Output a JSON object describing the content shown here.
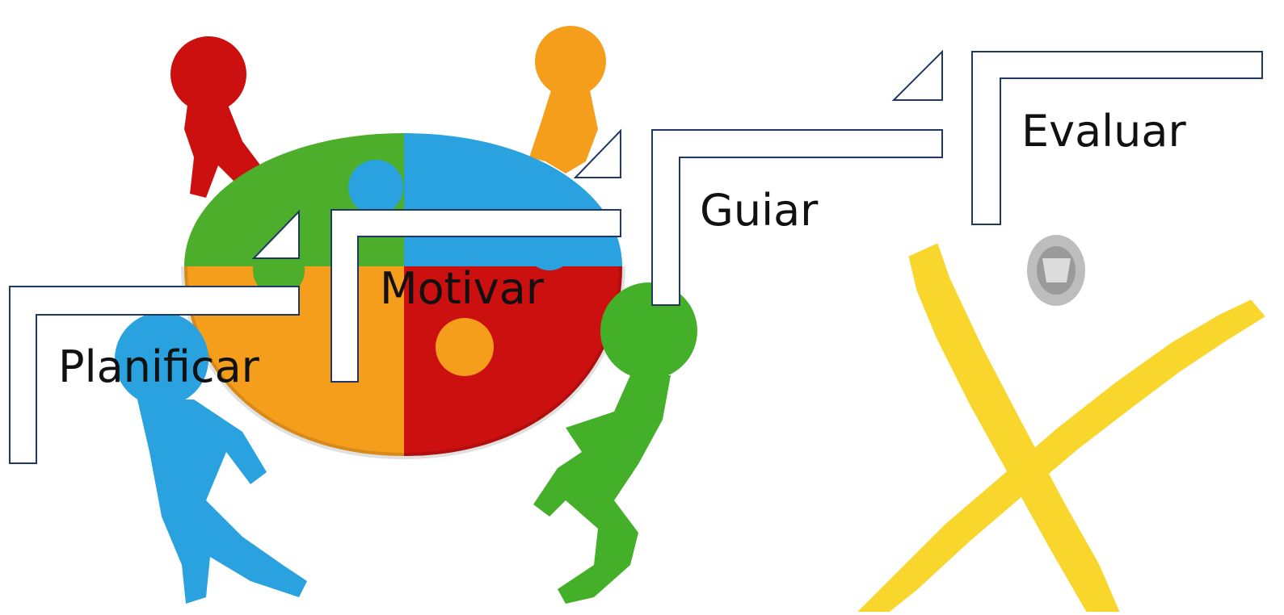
{
  "steps": [
    {
      "label": "Planificar"
    },
    {
      "label": "Motivar"
    },
    {
      "label": "Guiar"
    },
    {
      "label": "Evaluar"
    }
  ],
  "colors": {
    "puzzle_green": "#4cae2a",
    "puzzle_blue": "#2aa2e0",
    "puzzle_orange": "#f59e1c",
    "puzzle_red": "#cc1010",
    "figure_red": "#cc1010",
    "figure_orange": "#f59e1c",
    "figure_blue": "#2aa2e0",
    "figure_green": "#44b02a",
    "step_outline": "#1f3864",
    "cross_yellow": "#f8d62c",
    "text": "#111111"
  },
  "icons": [
    "puzzle-team-illustration",
    "yellow-cross-mark",
    "gray-emblem-icon"
  ]
}
